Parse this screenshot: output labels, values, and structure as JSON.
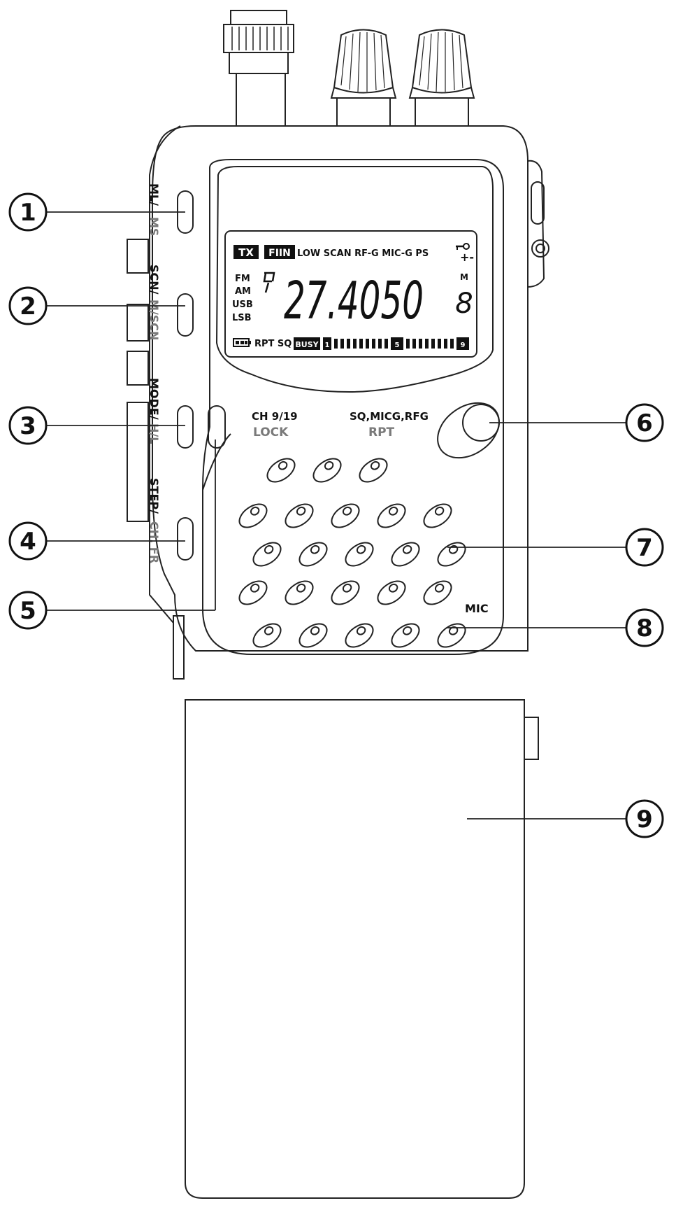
{
  "side_keys": {
    "key1": {
      "primary": "ML/",
      "secondary": "MS"
    },
    "key2": {
      "primary": "SCN/",
      "secondary": "M/SCN"
    },
    "key3": {
      "primary": "MODE/",
      "secondary": "H/L"
    },
    "key4": {
      "primary": "STEP/",
      "secondary": "CH. FR"
    }
  },
  "display": {
    "tx": "TX",
    "fm_indicator": "FIIN",
    "top_row": "LOW SCAN RF-G MIC-G PS",
    "modes": [
      "FM",
      "AM",
      "USB",
      "LSB"
    ],
    "frequency": "27.4050",
    "memory_label": "M",
    "memory_channel": "8",
    "bottom_row": "RPT SQ",
    "busy": "BUSY",
    "meter_marks": [
      "1",
      "5",
      "9"
    ],
    "plus_minus": "+-"
  },
  "panel_labels": {
    "ch_label": "CH 9/19",
    "lock_label": "LOCK",
    "sq_label": "SQ,MICG,RFG",
    "rpt_label": "RPT",
    "mic_label": "MIC"
  },
  "callouts": [
    "1",
    "2",
    "3",
    "4",
    "5",
    "6",
    "7",
    "8",
    "9"
  ],
  "colors": {
    "line": "#222222",
    "grey_label": "#7a7a7a",
    "lcd_bg": "#ffffff"
  }
}
